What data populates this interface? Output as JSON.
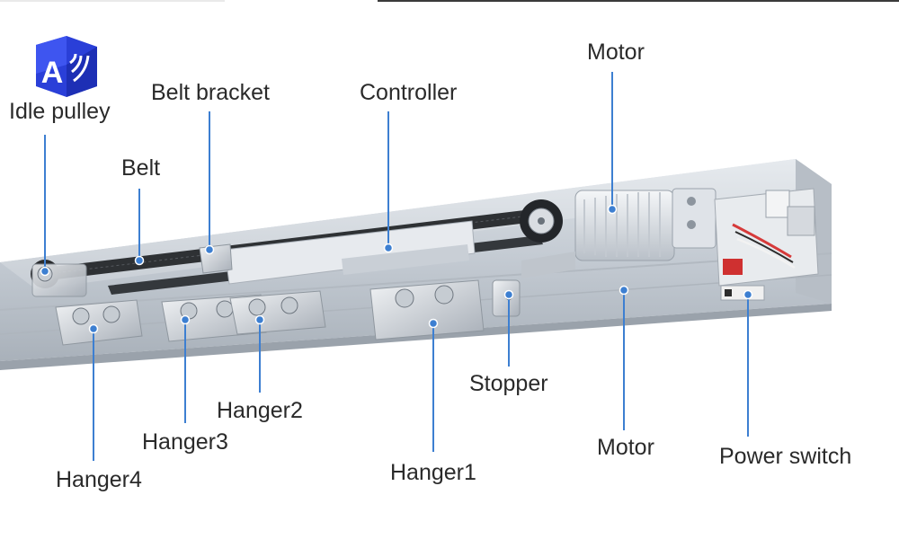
{
  "logo": {
    "name": "company-logo",
    "letters": "A"
  },
  "colors": {
    "leader": "#3d7fd1",
    "dot": "#3d7fd1",
    "text": "#2a2a2a",
    "rail": "#cfd5dc",
    "background": "#ffffff"
  },
  "labels": {
    "idle_pulley": "Idle pulley",
    "belt_bracket": "Belt bracket",
    "controller": "Controller",
    "motor_top": "Motor",
    "belt": "Belt",
    "stopper": "Stopper",
    "hanger2": "Hanger2",
    "hanger3": "Hanger3",
    "hanger4": "Hanger4",
    "hanger1": "Hanger1",
    "motor_bottom": "Motor",
    "power_switch": "Power switch"
  }
}
